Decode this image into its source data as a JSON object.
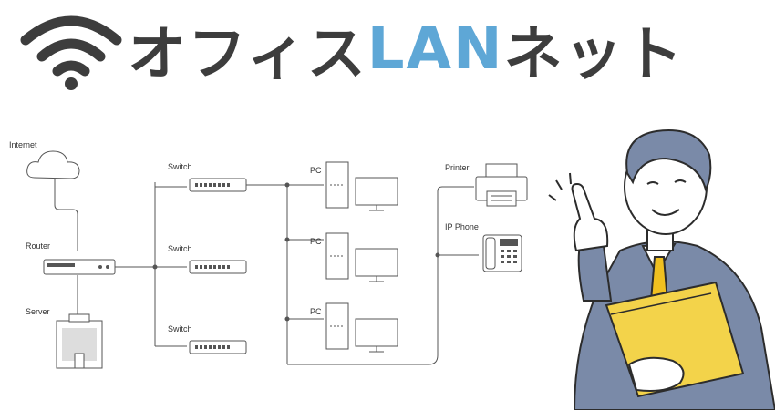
{
  "logo": {
    "text_dark_1": "オフィス",
    "text_blue": "LAN",
    "text_dark_2": "ネット",
    "dark_color": "#3d3d3d",
    "blue_color": "#5ea7d6",
    "icon": "wifi-icon"
  },
  "diagram": {
    "labels": {
      "internet": "Internet",
      "router": "Router",
      "server": "Server",
      "switch_1": "Switch",
      "switch_2": "Switch",
      "switch_3": "Switch",
      "pc_1": "PC",
      "pc_2": "PC",
      "pc_3": "PC",
      "printer": "Printer",
      "ip_phone": "IP Phone"
    },
    "icons": [
      "cloud-icon",
      "router-icon",
      "server-icon",
      "switch-icon",
      "pc-tower-icon",
      "monitor-icon",
      "printer-icon",
      "phone-icon"
    ]
  },
  "illustration": {
    "subject": "businessman-pointing",
    "suit_color": "#7a8aa8",
    "folder_color": "#f3d34a",
    "tie_color": "#f0c020"
  }
}
